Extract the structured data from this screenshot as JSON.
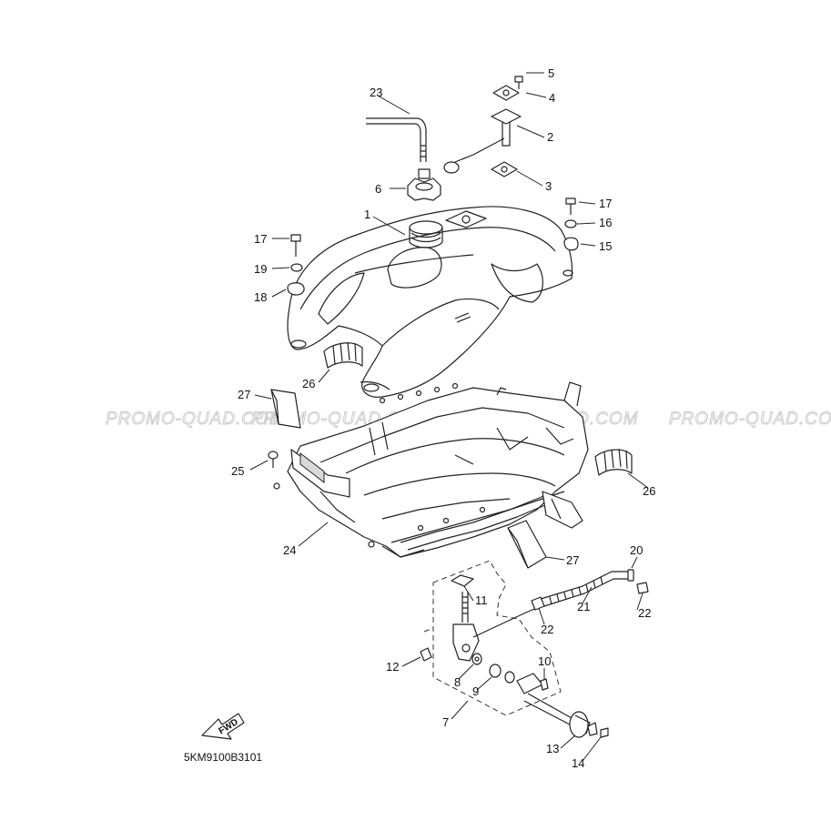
{
  "diagram": {
    "code": "5KM9100B3101",
    "fwd_label": "FWD",
    "watermark": "PROMO-QUAD.COM",
    "callouts": [
      "1",
      "2",
      "3",
      "4",
      "5",
      "6",
      "7",
      "8",
      "9",
      "10",
      "11",
      "12",
      "13",
      "14",
      "15",
      "16",
      "17",
      "17",
      "18",
      "19",
      "20",
      "21",
      "22",
      "22",
      "23",
      "24",
      "25",
      "26",
      "26",
      "27",
      "27"
    ]
  }
}
